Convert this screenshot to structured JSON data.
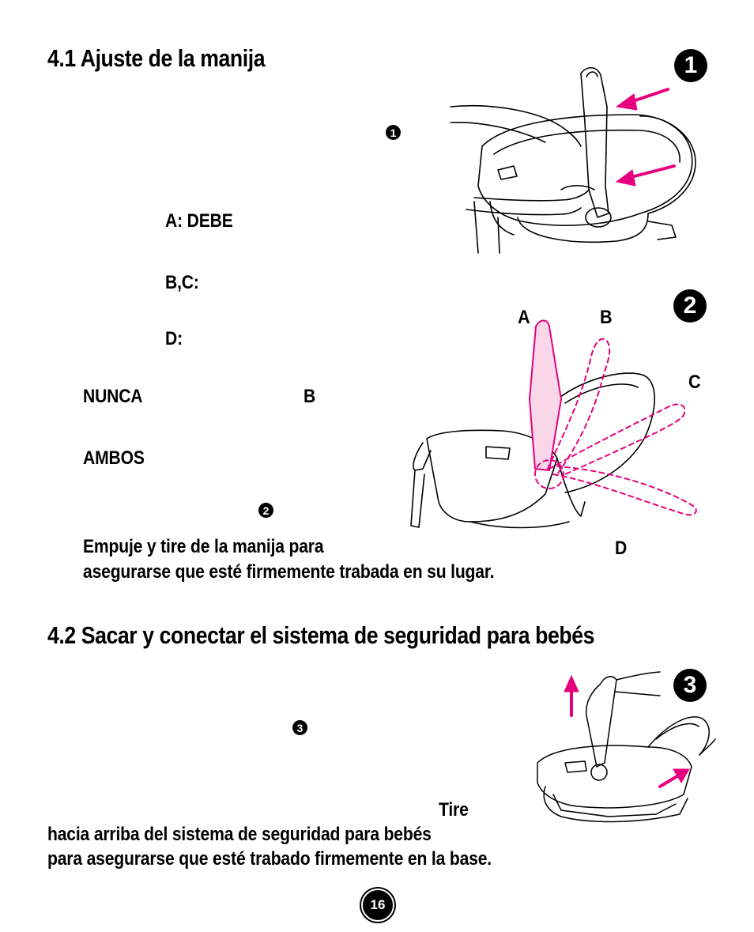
{
  "section1": {
    "title": "4.1 Ajuste de la manija",
    "step_ref_1": "1",
    "label_a": "A: DEBE",
    "label_bc": "B,C:",
    "label_d": "D:",
    "nunca": "NUNCA",
    "nunca_b": "B",
    "ambos": "AMBOS",
    "step_ref_2": "2",
    "push_line1": "Empuje y tire de la manija para",
    "push_line1_d": "D",
    "push_line2": "asegurarse que esté firmemente trabada en su lugar."
  },
  "section2": {
    "title": "4.2 Sacar y conectar el sistema de seguridad para bebés",
    "step_ref_3": "3",
    "tire": "Tire",
    "line2": "hacia arriba del sistema de seguridad para bebés",
    "line3": "para asegurarse que esté trabado firmemente en la base."
  },
  "figures": {
    "fig1_number": "1",
    "fig2_number": "2",
    "fig3_number": "3",
    "fig2_labels": {
      "a": "A",
      "b": "B",
      "c": "C",
      "d": "D"
    }
  },
  "page_number": "16",
  "colors": {
    "accent": "#e6007e",
    "ink": "#000000"
  }
}
